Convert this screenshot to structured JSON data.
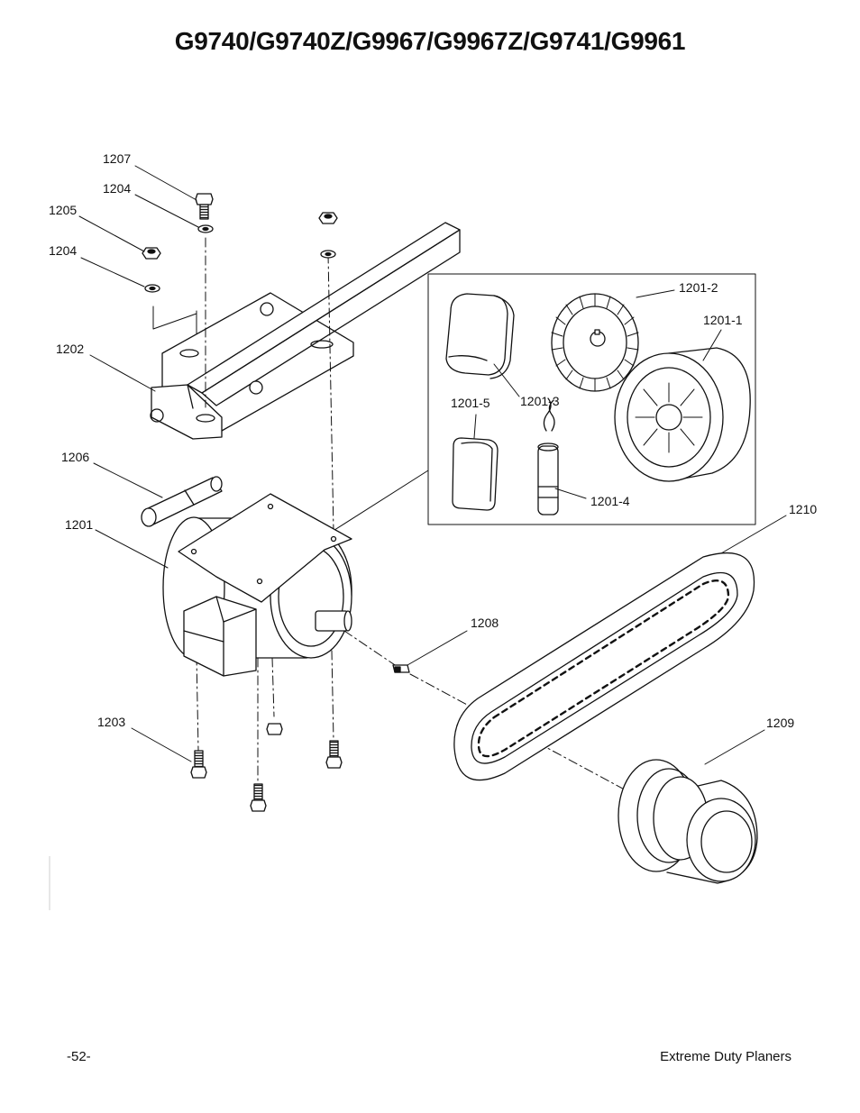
{
  "header": {
    "title": "G9740/G9740Z/G9967/G9967Z/G9741/G9961"
  },
  "callouts": {
    "p1207": "1207",
    "p1204a": "1204",
    "p1205": "1205",
    "p1204b": "1204",
    "p1202": "1202",
    "p1206": "1206",
    "p1201": "1201",
    "p1203": "1203",
    "p1208": "1208",
    "p1201_2": "1201-2",
    "p1201_1": "1201-1",
    "p1201_5": "1201-5",
    "p1201_3": "1201-3",
    "p1201_4": "1201-4",
    "p1210": "1210",
    "p1209": "1209"
  },
  "footer": {
    "page_number": "-52-",
    "manual_name": "Extreme Duty Planers"
  }
}
